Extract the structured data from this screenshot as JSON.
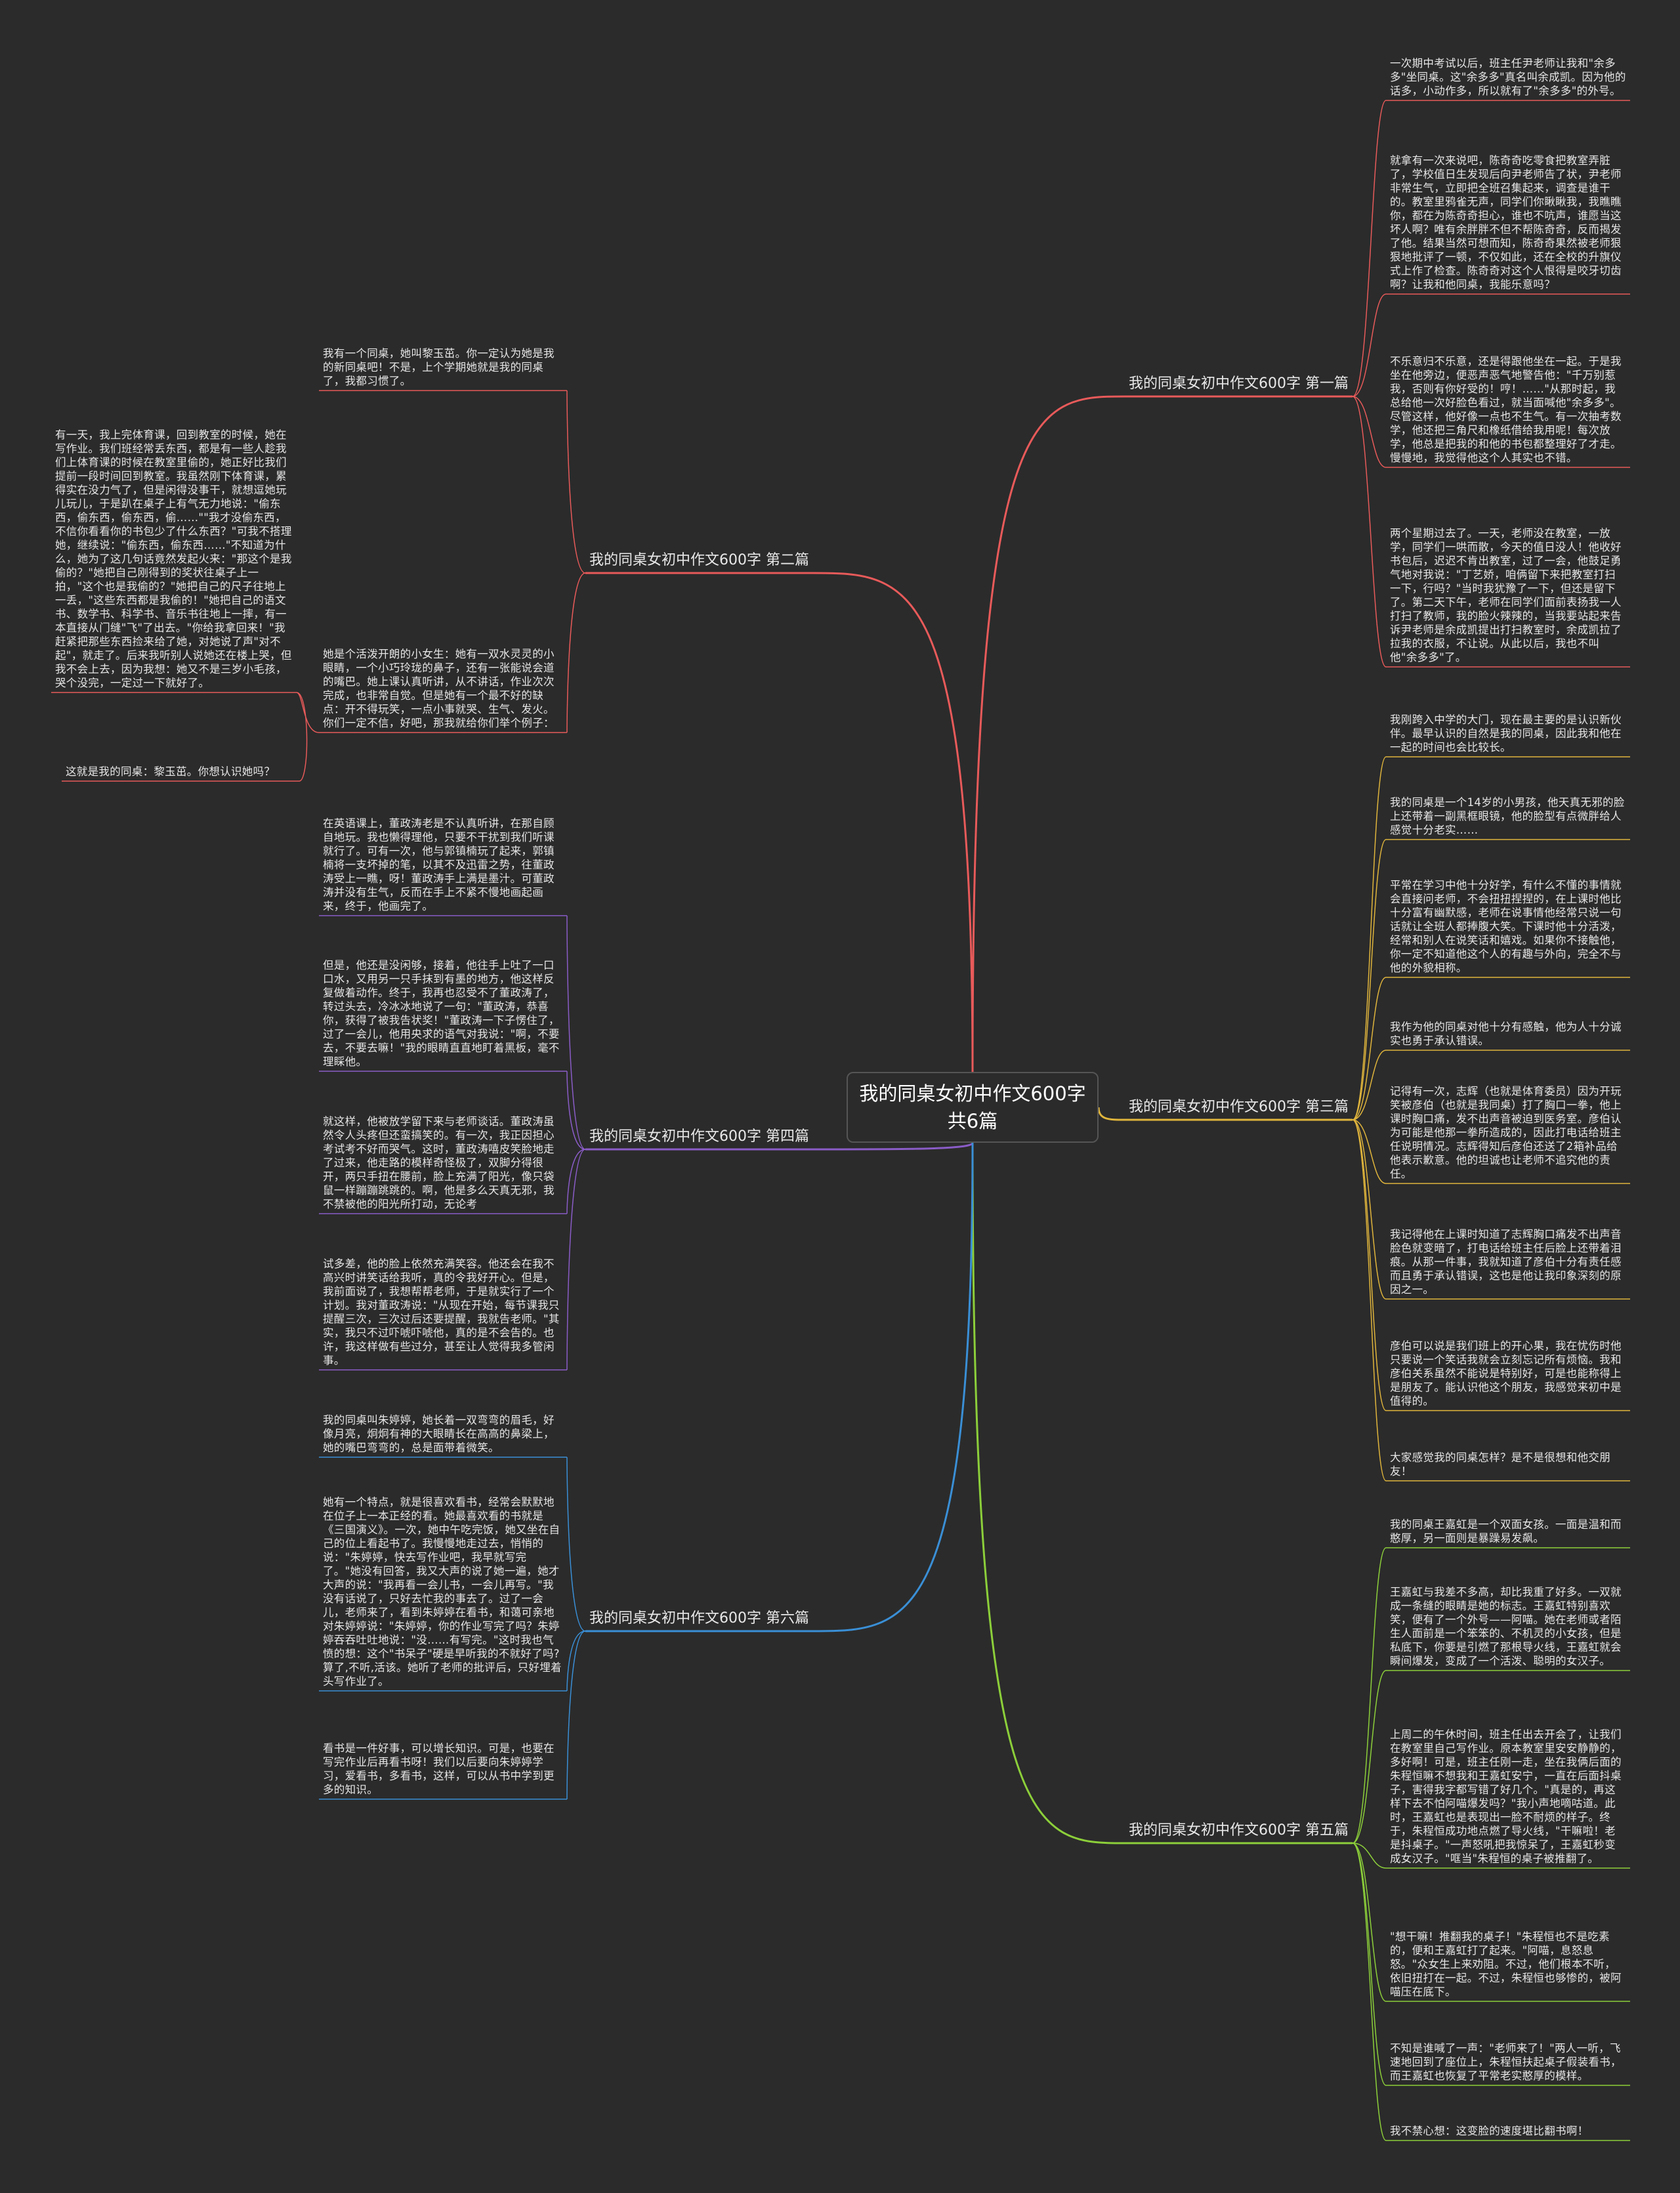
{
  "center_title": "我的同桌女初中作文600字共6篇",
  "branches": [
    {
      "id": "b1",
      "title": "我的同桌女初中作文600字 第一篇",
      "color": "#e85a5a",
      "leaves": [
        "一次期中考试以后，班主任尹老师让我和\"余多多\"坐同桌。这\"余多多\"真名叫余成凯。因为他的话多，小动作多，所以就有了\"余多多\"的外号。",
        "就拿有一次来说吧，陈奇奇吃零食把教室弄脏了，学校值日生发现后向尹老师告了状，尹老师非常生气，立即把全班召集起来，调查是谁干的。教室里鸦雀无声，同学们你瞅瞅我，我瞧瞧你，都在为陈奇奇担心，谁也不吭声，谁愿当这坏人啊？唯有余胖胖不但不帮陈奇奇，反而揭发了他。结果当然可想而知，陈奇奇果然被老师狠狠地批评了一顿，不仅如此，还在全校的升旗仪式上作了检查。陈奇奇对这个人恨得是咬牙切齿啊？让我和他同桌，我能乐意吗？",
        "不乐意归不乐意，还是得跟他坐在一起。于是我坐在他旁边，便恶声恶气地警告他：\"千万别惹我，否则有你好受的！哼！……\"从那时起，我总给他一次好脸色看过，就当面喊他\"余多多\"。尽管这样，他好像一点也不生气。有一次抽考数学，他还把三角尺和橡纸借给我用呢！每次放学，他总是把我的和他的书包都整理好了才走。慢慢地，我觉得他这个人其实也不错。",
        "两个星期过去了。一天，老师没在教室，一放学，同学们一哄而散，今天的值日没人！他收好书包后，迟迟不肯出教室，过了一会，他鼓足勇气地对我说：\"丁艺娇，咱俩留下来把教室打扫一下，行吗？\"当时我犹豫了一下，但还是留下了。第二天下午，老师在同学们面前表扬我一人打扫了教师，我的脸火辣辣的，当我要站起来告诉尹老师是余成凯提出打扫教室时，余成凯拉了拉我的衣服，不让说。从此以后，我也不叫他\"余多多\"了。"
      ]
    },
    {
      "id": "b2",
      "title": "我的同桌女初中作文600字 第二篇",
      "color": "#e85a5a",
      "leaves": [
        "我有一个同桌，她叫黎玉茁。你一定认为她是我的新同桌吧！不是，上个学期她就是我的同桌了，我都习惯了。",
        "她是个活泼开朗的小女生：她有一双水灵灵的小眼睛，一个小巧玲珑的鼻子，还有一张能说会道的嘴巴。她上课认真听讲，从不讲话，作业次次完成，也非常自觉。但是她有一个最不好的缺点：开不得玩笑，一点小事就哭、生气、发火。你们一定不信，好吧，那我就给你们举个例子：",
        "这就是我的同桌：黎玉茁。你想认识她吗？"
      ],
      "sub_leaf": "有一天，我上完体育课，回到教室的时候，她在写作业。我们班经常丢东西，都是有一些人趁我们上体育课的时候在教室里偷的，她正好比我们提前一段时间回到教室。我虽然刚下体育课，累得实在没力气了，但是闲得没事干，就想逗她玩儿玩儿，于是趴在桌子上有气无力地说：\"偷东西，偷东西，偷东西，偷……\"\"我才没偷东西，不信你看看你的书包少了什么东西？\"可我不搭理她，继续说：\"偷东西，偷东西……\"不知道为什么，她为了这几句话竟然发起火来：\"那这个是我偷的？\"她把自己刚得到的奖状往桌子上一拍，\"这个也是我偷的？\"她把自己的尺子往地上一丢，\"这些东西都是我偷的！\"她把自己的语文书、数学书、科学书、音乐书往地上一摔，有一本直接从门缝\"飞\"了出去。\"你给我拿回来！\"我赶紧把那些东西捡来给了她，对她说了声\"对不起\"，就走了。后来我听别人说她还在楼上哭，但我不会上去，因为我想：她又不是三岁小毛孩，哭个没完，一定过一下就好了。"
    },
    {
      "id": "b3",
      "title": "我的同桌女初中作文600字 第三篇",
      "color": "#e0b53c",
      "leaves": [
        "我刚跨入中学的大门，现在最主要的是认识新伙伴。最早认识的自然是我的同桌，因此我和他在一起的时间也会比较长。",
        "我的同桌是一个14岁的小男孩，他天真无邪的脸上还带着一副黑框眼镜，他的脸型有点微胖给人感觉十分老实……",
        "平常在学习中他十分好学，有什么不懂的事情就会直接问老师，不会扭扭捏捏的，在上课时他比十分富有幽默感，老师在说事情他经常只说一句话就让全班人都捧腹大笑。下课时他十分活泼，经常和别人在说笑话和嬉戏。如果你不接触他，你一定不知道他这个人的有趣与外向，完全不与他的外貌相称。",
        "我作为他的同桌对他十分有感触，他为人十分诚实也勇于承认错误。",
        "记得有一次，志辉（也就是体育委员）因为开玩笑被彦伯（也就是我同桌）打了胸口一拳，他上课时胸口痛，发不出声音被迫到医务室。彦伯认为可能是他那一拳所造成的，因此打电话给班主任说明情况。志辉得知后彦伯还送了2箱补品给他表示歉意。他的坦诚也让老师不追究他的责任。",
        "我记得他在上课时知道了志辉胸口痛发不出声音脸色就变暗了，打电话给班主任后脸上还带着泪痕。从那一件事，我就知道了彦伯十分有责任感而且勇于承认错误，这也是他让我印象深刻的原因之一。",
        "彦伯可以说是我们班上的开心果，我在忧伤时他只要说一个笑话我就会立刻忘记所有烦恼。我和彦伯关系虽然不能说是特别好，可是也能称得上是朋友了。能认识他这个朋友，我感觉来初中是值得的。",
        "大家感觉我的同桌怎样？是不是很想和他交朋友！"
      ]
    },
    {
      "id": "b4",
      "title": "我的同桌女初中作文600字 第四篇",
      "color": "#8a5cc7",
      "leaves": [
        "在英语课上，董政涛老是不认真听讲，在那自顾自地玩。我也懒得理他，只要不干扰到我们听课就行了。可有一次，他与郭镇楠玩了起来，郭镇楠将一支坏掉的笔，以其不及迅雷之势，往董政涛受上一瞧，呀！董政涛手上满是墨汁。可董政涛并没有生气，反而在手上不紧不慢地画起画来，终于，他画完了。",
        "但是，他还是没闲够，接着，他往手上吐了一口口水，又用另一只手抹到有墨的地方，他这样反复做着动作。终于，我再也忍受不了董政涛了，转过头去，冷冰冰地说了一句：\"董政涛，恭喜你，获得了被我告状奖！\"董政涛一下子愣住了，过了一会儿，他用央求的语气对我说：\"啊，不要去，不要去嘛！\"我的眼睛直直地盯着黑板，毫不理睬他。",
        "就这样，他被放学留下来与老师谈话。董政涛虽然令人头疼但还蛮搞笑的。有一次，我正因担心考试考不好而哭气。这时，董政涛嘻皮笑脸地走了过来，他走路的模样奇怪极了，双脚分得很开，两只手扭在腰前，脸上充满了阳光，像只袋鼠一样蹦蹦跳跳的。啊，他是多么天真无邪，我不禁被他的阳光所打动，无论考",
        "试多差，他的脸上依然充满笑容。他还会在我不高兴时讲笑话给我听，真的令我好开心。但是，我前面说了，我想帮帮老师，于是就实行了一个计划。我对董政涛说：\"从现在开始，每节课我只提醒三次，三次过后还要提醒，我就告老师。\"其实，我只不过吓唬吓唬他，真的是不会告的。也许，我这样做有些过分，甚至让人觉得我多管闲事。"
      ]
    },
    {
      "id": "b5",
      "title": "我的同桌女初中作文600字 第五篇",
      "color": "#8ccf3a",
      "leaves": [
        "我的同桌王嘉虹是一个双面女孩。一面是温和而憨厚，另一面则是暴躁易发飙。",
        "王嘉虹与我差不多高，却比我重了好多。一双就成一条缝的眼睛是她的标志。王嘉虹特别喜欢笑，便有了一个外号——阿喵。她在老师或者陌生人面前是一个笨笨的、不机灵的小女孩，但是私底下，你要是引燃了那根导火线，王嘉虹就会瞬间爆发，变成了一个活泼、聪明的女汉子。",
        "上周二的午休时间，班主任出去开会了，让我们在教室里自己写作业。原本教室里安安静静的，多好啊！可是，班主任刚一走，坐在我俩后面的朱程恒嘛不想我和王嘉虹安宁，一直在后面抖桌子，害得我字都写错了好几个。\"真是的，再这样下去不怕阿喵爆发吗？\"我小声地嘀咕道。此时，王嘉虹也是表现出一脸不耐烦的样子。终于，朱程恒成功地点燃了导火线，\"干嘛啦！老是抖桌子。\"一声怒吼把我惊呆了，王嘉虹秒变成女汉子。\"哐当\"朱程恒的桌子被推翻了。",
        "\"想干嘛！推翻我的桌子！\"朱程恒也不是吃素的，便和王嘉虹打了起来。\"阿喵，息怒息怒。\"众女生上来劝阻。不过，他们根本不听，依旧扭打在一起。不过，朱程恒也够惨的，被阿喵压在底下。",
        "不知是谁喊了一声：\"老师来了！\"两人一听，飞速地回到了座位上，朱程恒扶起桌子假装看书，而王嘉虹也恢复了平常老实憨厚的模样。",
        "我不禁心想：这变脸的速度堪比翻书啊！"
      ]
    },
    {
      "id": "b6",
      "title": "我的同桌女初中作文600字 第六篇",
      "color": "#3a8fd6",
      "leaves": [
        "我的同桌叫朱婷婷，她长着一双弯弯的眉毛，好像月亮，炯炯有神的大眼睛长在高高的鼻梁上，她的嘴巴弯弯的，总是面带着微笑。",
        "她有一个特点，就是很喜欢看书，经常会默默地在位子上一本正经的看。她最喜欢看的书就是《三国演义》。一次，她中午吃完饭，她又坐在自己的位上看起书了。我慢慢地走过去，悄悄的说：\"朱婷婷，快去写作业吧，我早就写完了。\"她没有回答，我又大声的说了她一遍，她才大声的说：\"我再看一会儿书，一会儿再写。\"我没有话说了，只好去忙我的事去了。过了一会儿，老师来了，看到朱婷婷在看书，和蔼可亲地对朱婷婷说：\"朱婷婷，你的作业写完了吗？朱婷婷吞吞吐吐地说：\"没……有写完。\"这时我也气愤的想：这个\"书呆子\"硬是早听我的不就好了吗?算了,不听,活该。她听了老师的批评后，只好埋着头写作业了。",
        "看书是一件好事，可以增长知识。可是，也要在写完作业后再看书呀！我们以后要向朱婷婷学习，爱看书，多看书，这样，可以从书中学到更多的知识。"
      ]
    }
  ]
}
